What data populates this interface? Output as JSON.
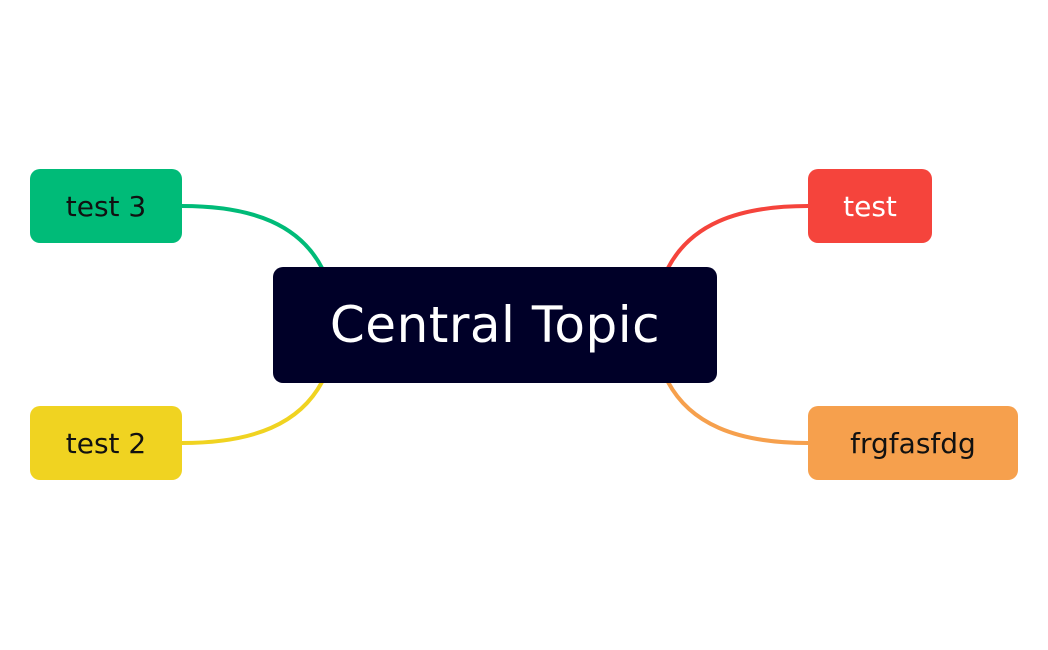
{
  "central": {
    "label": "Central Topic",
    "bg": "#000028",
    "text_color": "#ffffff"
  },
  "branches": [
    {
      "id": "test",
      "label": "test",
      "bg": "#f5443c",
      "text_color": "#ffffff",
      "line_color": "#f5443c"
    },
    {
      "id": "frgfasfdg",
      "label": "frgfasfdg",
      "bg": "#f6a04d",
      "text_color": "#111111",
      "line_color": "#f6a04d"
    },
    {
      "id": "test3",
      "label": "test 3",
      "bg": "#00bb78",
      "text_color": "#111111",
      "line_color": "#00bb78"
    },
    {
      "id": "test2",
      "label": "test 2",
      "bg": "#f0d321",
      "text_color": "#111111",
      "line_color": "#f0d321"
    }
  ]
}
